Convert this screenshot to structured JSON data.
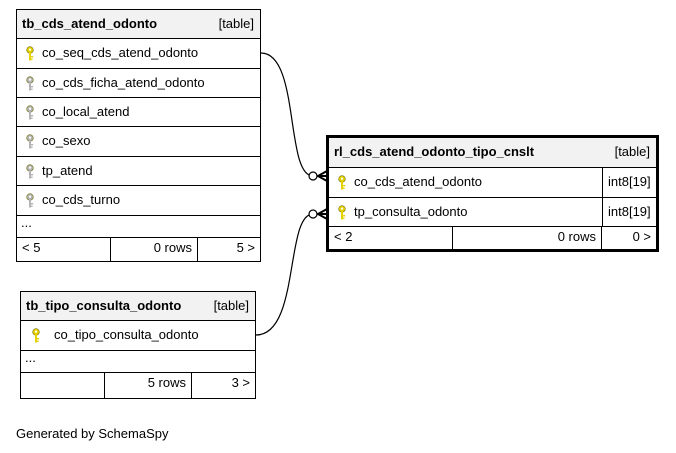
{
  "tables": {
    "atend": {
      "name": "tb_cds_atend_odonto",
      "kind": "[table]",
      "columns": [
        {
          "name": "co_seq_cds_atend_odonto",
          "key": "primary"
        },
        {
          "name": "co_cds_ficha_atend_odonto",
          "key": "other"
        },
        {
          "name": "co_local_atend",
          "key": "other"
        },
        {
          "name": "co_sexo",
          "key": "other"
        },
        {
          "name": "tp_atend",
          "key": "other"
        },
        {
          "name": "co_cds_turno",
          "key": "other"
        }
      ],
      "more": "...",
      "footer": {
        "parents": "< 5",
        "rows": "0 rows",
        "children": "5 >"
      }
    },
    "tipo": {
      "name": "tb_tipo_consulta_odonto",
      "kind": "[table]",
      "columns": [
        {
          "name": "co_tipo_consulta_odonto",
          "key": "primary"
        }
      ],
      "more": "...",
      "footer": {
        "parents": "",
        "rows": "5 rows",
        "children": "3 >"
      }
    },
    "rl": {
      "name": "rl_cds_atend_odonto_tipo_cnslt",
      "kind": "[table]",
      "columns": [
        {
          "name": "co_cds_atend_odonto",
          "key": "primary",
          "type": "int8[19]"
        },
        {
          "name": "tp_consulta_odonto",
          "key": "primary",
          "type": "int8[19]"
        }
      ],
      "footer": {
        "parents": "< 2",
        "rows": "0 rows",
        "children": "0 >"
      }
    }
  },
  "colors": {
    "primary_key": "#e6d200",
    "other_key": "#b4b4b4"
  },
  "generated_by": "Generated by SchemaSpy"
}
